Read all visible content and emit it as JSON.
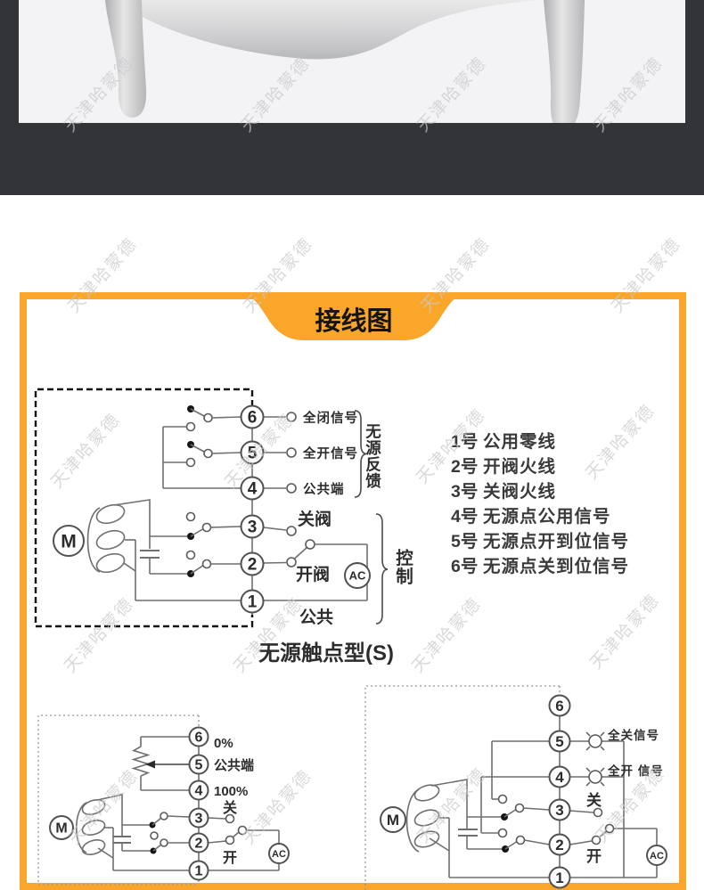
{
  "watermark_text": "天津哈蒙德",
  "banner": {
    "title": "接线图"
  },
  "main_diagram": {
    "caption": "无源触点型(S)",
    "motor_label": "M",
    "ac_label": "AC",
    "terminals": [
      "6",
      "5",
      "4",
      "3",
      "2",
      "1"
    ],
    "labels": {
      "t6": "全闭信号",
      "t5": "全开信号",
      "t4": "公共端",
      "t3": "关阀",
      "t2": "开阀",
      "t1": "公共",
      "feedback_group": "无源反馈",
      "control_group": "控制"
    }
  },
  "terminal_legend": {
    "items": [
      {
        "num": "1号",
        "desc": "公用零线"
      },
      {
        "num": "2号",
        "desc": "开阀火线"
      },
      {
        "num": "3号",
        "desc": "关阀火线"
      },
      {
        "num": "4号",
        "desc": "无源点公用信号"
      },
      {
        "num": "5号",
        "desc": "无源点开到位信号"
      },
      {
        "num": "6号",
        "desc": "无源点关到位信号"
      }
    ]
  },
  "pot_diagram": {
    "motor_label": "M",
    "ac_label": "AC",
    "terminals": [
      "6",
      "5",
      "4",
      "3",
      "2",
      "1"
    ],
    "labels": {
      "t6": "0%",
      "t5": "公共端",
      "t4": "100%",
      "t3": "关",
      "t2": "开"
    }
  },
  "lamp_diagram": {
    "motor_label": "M",
    "ac_label": "AC",
    "terminals": [
      "6",
      "5",
      "4",
      "3",
      "2",
      "1"
    ],
    "labels": {
      "t5": "全关信号",
      "t4": "全开 信号",
      "t3": "关",
      "t2": "开"
    }
  }
}
